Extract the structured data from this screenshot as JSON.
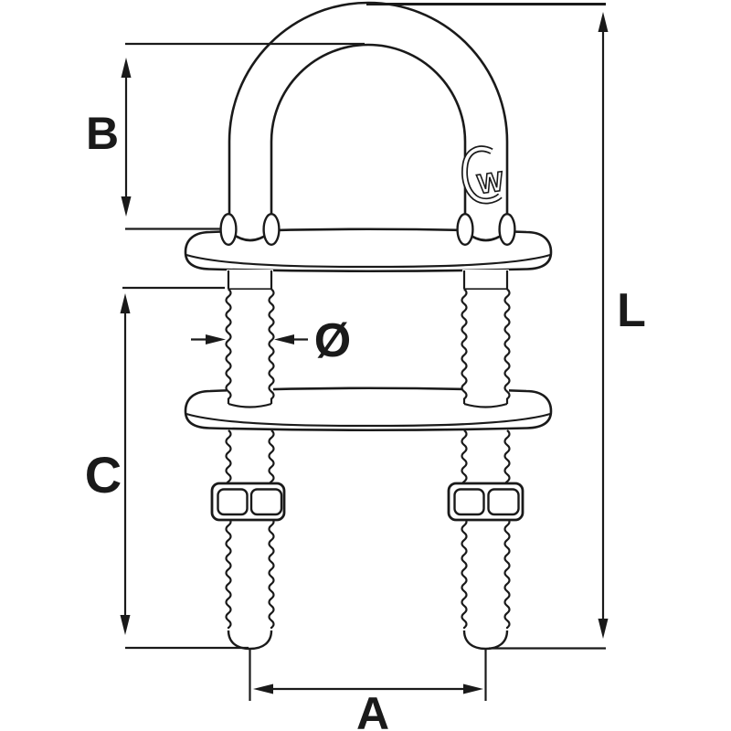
{
  "figure": {
    "type": "technical-line-drawing",
    "subject": "U-bolt with top plate, backing plate and two nuts"
  },
  "colors": {
    "background": "#ffffff",
    "line": "#1a1a1a"
  },
  "labels": {
    "bend_height": "B",
    "overall_length": "L",
    "thread_length": "C",
    "bolt_spacing": "A",
    "diameter": "Ø"
  },
  "logo": {
    "letter": "W"
  }
}
